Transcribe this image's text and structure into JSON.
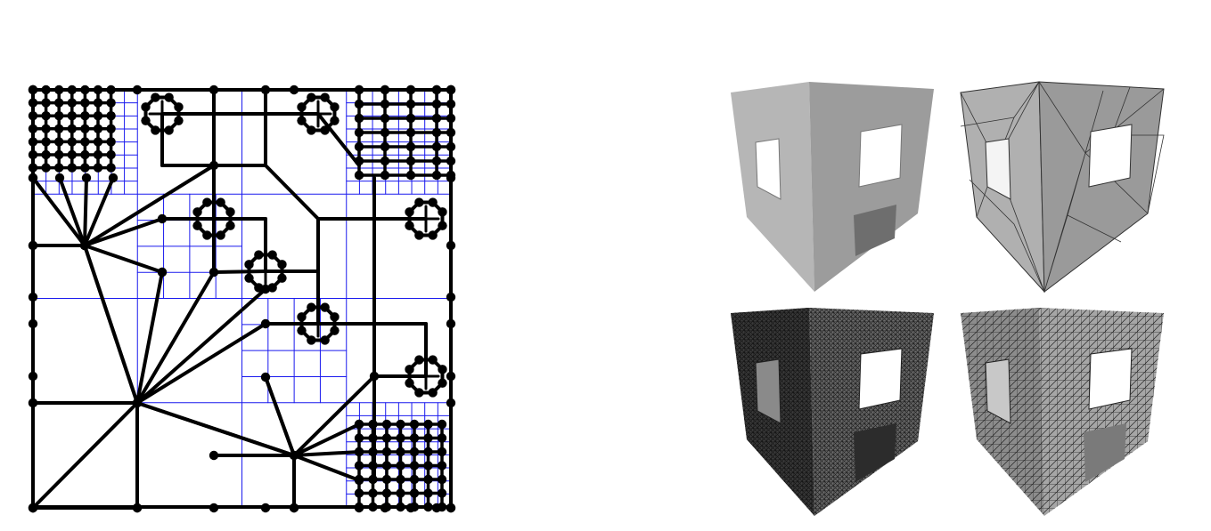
{
  "figure": {
    "panels": [
      {
        "id": "quadtree-graph",
        "kind": "diagram"
      },
      {
        "id": "house-model-shaded",
        "kind": "rendering"
      },
      {
        "id": "house-model-coarse-mesh",
        "kind": "rendering"
      },
      {
        "id": "house-model-dense-mesh",
        "kind": "rendering"
      },
      {
        "id": "house-model-fine-mesh",
        "kind": "rendering"
      }
    ]
  },
  "colors": {
    "background": "#ffffff",
    "quadtree_lines": "#1a1aee",
    "graph_edges": "#000000",
    "graph_nodes": "#000000",
    "wall_light": "#b4b4b4",
    "wall_dark": "#8e8e8e",
    "wall_top": "#c6c6c6",
    "mesh_line": "#222222"
  }
}
